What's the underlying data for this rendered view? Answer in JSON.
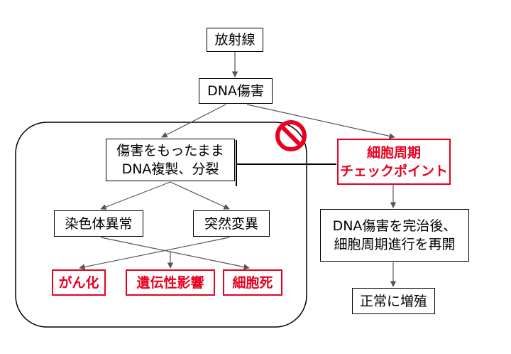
{
  "colors": {
    "line": "#555555",
    "node_border": "#000000",
    "highlight": "#e8001e",
    "no_sign": "#e8001e"
  },
  "nodes": {
    "radiation": "放射線",
    "dna_damage": "DNA傷害",
    "replication_line1": "傷害をもったまま",
    "replication_line2": "DNA複製、分裂",
    "checkpoint_line1": "細胞周期",
    "checkpoint_line2": "チェックポイント",
    "chromosome_abnormality": "染色体異常",
    "mutation": "突然変異",
    "repair_line1": "DNA傷害を完治後、",
    "repair_line2": "細胞周期進行を再開",
    "cancer": "がん化",
    "genetic_effect": "遺伝性影響",
    "cell_death": "細胞死",
    "normal_growth": "正常に増殖"
  },
  "icons": {
    "no_sign": "prohibited-icon"
  }
}
